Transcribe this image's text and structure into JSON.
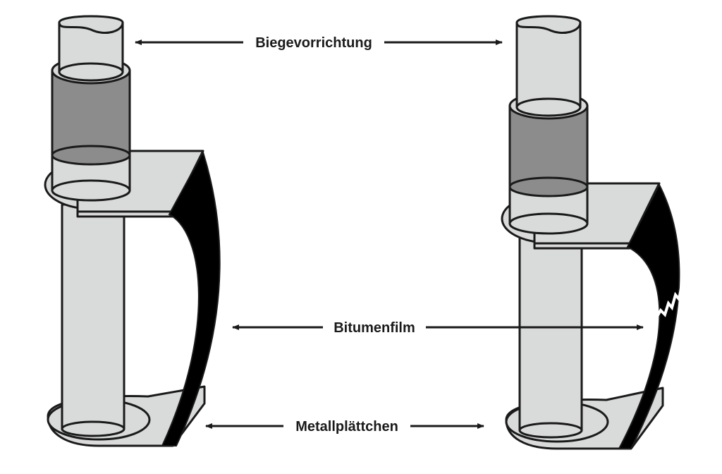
{
  "labels": {
    "biegevorrichtung": "Biegevorrichtung",
    "bitumenfilm": "Bitumenfilm",
    "metallplaettchen": "Metallplättchen"
  },
  "colors": {
    "light_gray": "#d9dada",
    "dark_gray": "#8c8c8c",
    "outline": "#1a1a1a",
    "film": "#000000",
    "crack": "#ffffff"
  }
}
